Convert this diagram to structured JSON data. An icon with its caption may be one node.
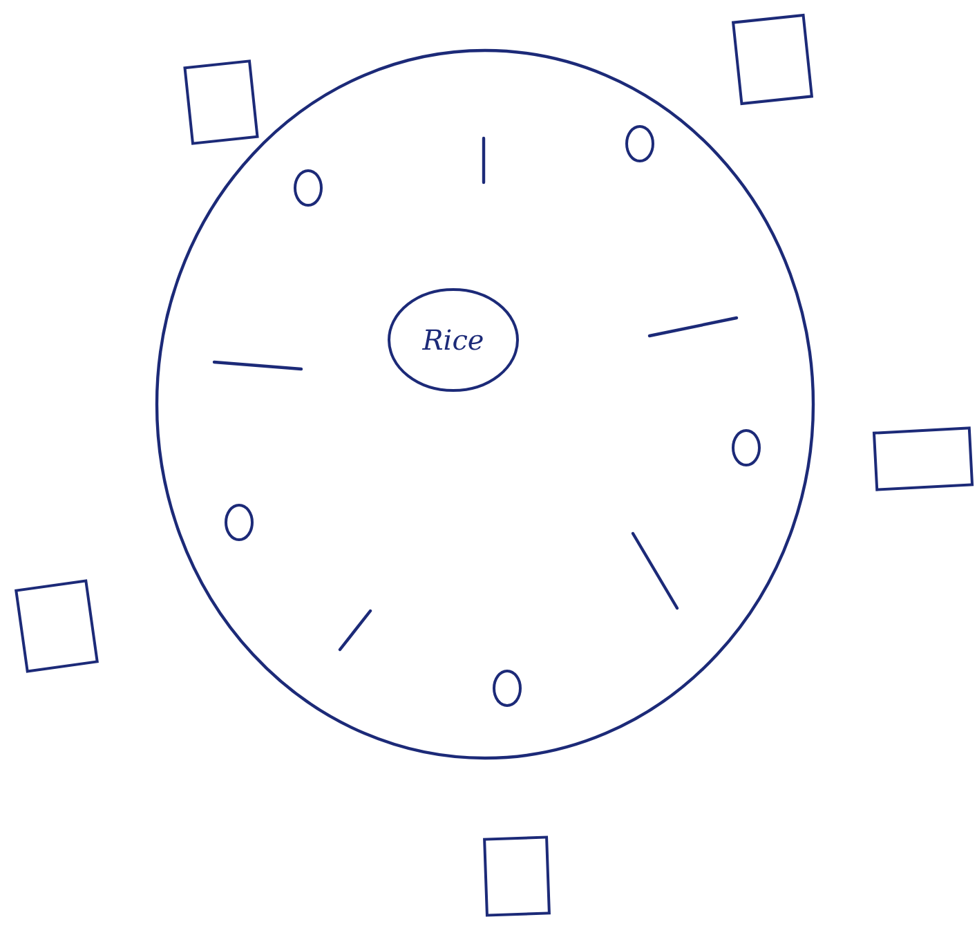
{
  "diagram": {
    "nodes": [
      {
        "text": [],
        "shape": "circle"
      },
      {
        "text": [],
        "shape": "circle",
        "in": 0
      },
      {
        "text": [],
        "shape": "circle",
        "in": 0
      },
      {
        "text": [
          "Rice"
        ],
        "in": 0
      },
      {
        "text": [],
        "shape": "circle",
        "in": 0
      },
      {
        "text": [],
        "shape": "circle",
        "in": 0
      },
      {
        "text": [],
        "shape": "circle",
        "in": 0
      },
      {
        "text": [],
        "shape": "box"
      },
      {
        "text": [],
        "shape": "box"
      },
      {
        "text": [],
        "shape": "box"
      },
      {
        "text": [],
        "shape": "box"
      },
      {
        "text": [],
        "shape": "box"
      }
    ]
  }
}
